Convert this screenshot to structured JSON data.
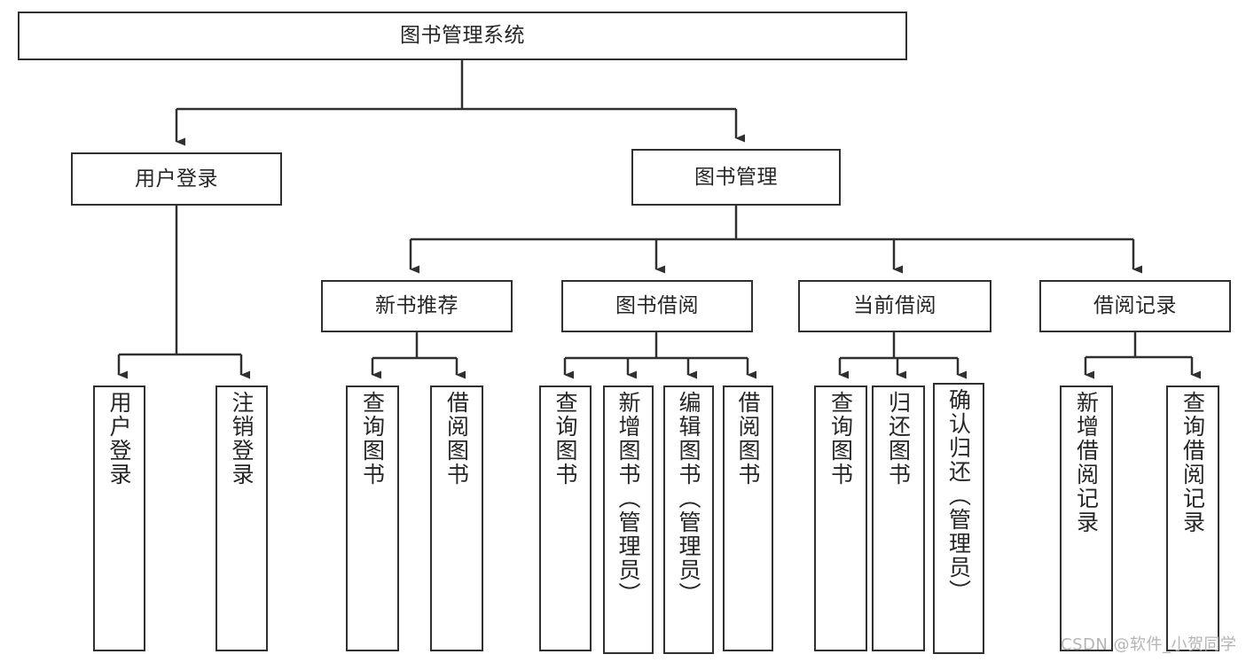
{
  "diagram": {
    "title": "图书管理系统",
    "type": "功能结构图",
    "watermark": "CSDN @软件_小贺同学",
    "colors": {
      "border": "#303030",
      "text": "#262626",
      "background": "#ffffff",
      "watermark": "#b4b4b4"
    },
    "levels": {
      "root": {
        "label": "图书管理系统"
      },
      "level2": [
        {
          "id": "user-login",
          "label": "用户登录"
        },
        {
          "id": "book-management",
          "label": "图书管理"
        }
      ],
      "level3": [
        {
          "id": "new-book-recommend",
          "label": "新书推荐",
          "parent": "book-management"
        },
        {
          "id": "book-borrow",
          "label": "图书借阅",
          "parent": "book-management"
        },
        {
          "id": "current-borrow",
          "label": "当前借阅",
          "parent": "book-management"
        },
        {
          "id": "borrow-record",
          "label": "借阅记录",
          "parent": "book-management"
        }
      ],
      "leaves": {
        "user-login": [
          {
            "id": "leaf-user-login",
            "label": "用户登录"
          },
          {
            "id": "leaf-user-logout",
            "label": "注销登录"
          }
        ],
        "new-book-recommend": [
          {
            "id": "leaf-query-book-1",
            "label": "查询图书"
          },
          {
            "id": "leaf-borrow-book-1",
            "label": "借阅图书"
          }
        ],
        "book-borrow": [
          {
            "id": "leaf-query-book-2",
            "label": "查询图书"
          },
          {
            "id": "leaf-add-book",
            "label": "新增图书（管理员）"
          },
          {
            "id": "leaf-edit-book",
            "label": "编辑图书（管理员）"
          },
          {
            "id": "leaf-borrow-book-2",
            "label": "借阅图书"
          }
        ],
        "current-borrow": [
          {
            "id": "leaf-query-book-3",
            "label": "查询图书"
          },
          {
            "id": "leaf-return-book",
            "label": "归还图书"
          },
          {
            "id": "leaf-confirm-return",
            "label": "确认归还（管理员）"
          }
        ],
        "borrow-record": [
          {
            "id": "leaf-add-record",
            "label": "新增借阅记录"
          },
          {
            "id": "leaf-query-record",
            "label": "查询借阅记录"
          }
        ]
      }
    }
  }
}
